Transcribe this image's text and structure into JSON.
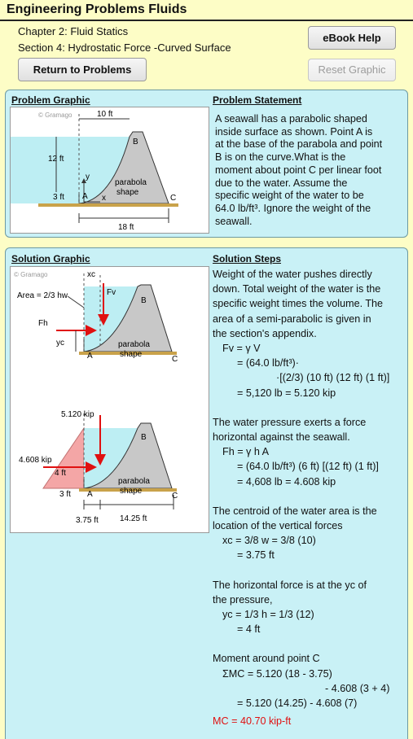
{
  "app": {
    "title": "Engineering Problems Fluids"
  },
  "header": {
    "chapter": "Chapter 2: Fluid Statics",
    "section": "Section 4: Hydrostatic Force -Curved Surface",
    "ebook_help": "eBook Help",
    "return": "Return to Problems",
    "reset": "Reset Graphic"
  },
  "problem": {
    "graphic_title": "Problem Graphic",
    "statement_title": "Problem Statement",
    "statement": [
      "A seawall has a parabolic shaped",
      "inside surface as shown. Point A is",
      "at the base of the parabola and point",
      "B is on the curve.What is the",
      "moment about point C per linear foot",
      "due to the water. Assume the",
      "specific weight of the water to be",
      "64.0 lb/ft³. Ignore the weight of the",
      "seawall."
    ],
    "figure": {
      "copyright": "© Gramago",
      "dim_top": "10 ft",
      "dim_left": "12 ft",
      "dim_small": "3 ft",
      "dim_bottom": "18 ft",
      "label_a": "A",
      "label_b": "B",
      "label_c": "C",
      "axis_x": "x",
      "axis_y": "y",
      "parabola1": "parabola",
      "parabola2": "shape"
    }
  },
  "solution": {
    "graphic_title": "Solution Graphic",
    "steps_title": "Solution Steps",
    "fig1": {
      "copyright": "© Gramago",
      "xc": "xc",
      "area": "Area = 2/3 hw",
      "fv": "Fv",
      "fh": "Fh",
      "yc": "yc",
      "label_a": "A",
      "label_b": "B",
      "label_c": "C",
      "parabola1": "parabola",
      "parabola2": "shape"
    },
    "fig2": {
      "kip_v": "5.120 kip",
      "kip_h": "4.608 kip",
      "dim_4": "4 ft",
      "dim_3": "3 ft",
      "dim_375": "3.75 ft",
      "dim_1425": "14.25 ft",
      "label_a": "A",
      "label_b": "B",
      "label_c": "C",
      "parabola1": "parabola",
      "parabola2": "shape"
    },
    "lines": [
      "Weight of the water pushes directly",
      "down. Total weight of the water is the",
      "specific weight times the volume. The",
      "area of a semi-parabolic is given in",
      "the section's appendix.",
      "Fv = γ V",
      "= (64.0 lb/ft³)·",
      "·[(2/3) (10 ft) (12 ft) (1 ft)]",
      "= 5,120 lb = 5.120 kip",
      "The water pressure exerts a force",
      "horizontal against the seawall.",
      "Fh = γ h A",
      "= (64.0 lb/ft³) (6 ft) [(12 ft) (1 ft)]",
      "= 4,608 lb = 4.608 kip",
      "The centroid of the water area is the",
      "location of the vertical forces",
      "xc = 3/8 w = 3/8 (10)",
      "= 3.75 ft",
      "The horizontal force is at the yc of",
      "the pressure,",
      "yc = 1/3 h = 1/3 (12)",
      "= 4 ft",
      "Moment around point C",
      "ΣMC = 5.120 (18 - 3.75)",
      "- 4.608 (3 + 4)",
      "= 5.120 (14.25) - 4.608 (7)",
      "MC = 40.70 kip-ft"
    ]
  },
  "colors": {
    "background": "#fdfdc6",
    "panel": "#c9f1f6",
    "water": "#bdeef3",
    "wall": "#c8c8c8",
    "ground": "#c9a24a",
    "force": "#e01010",
    "pressure": "#f4a6a6"
  }
}
